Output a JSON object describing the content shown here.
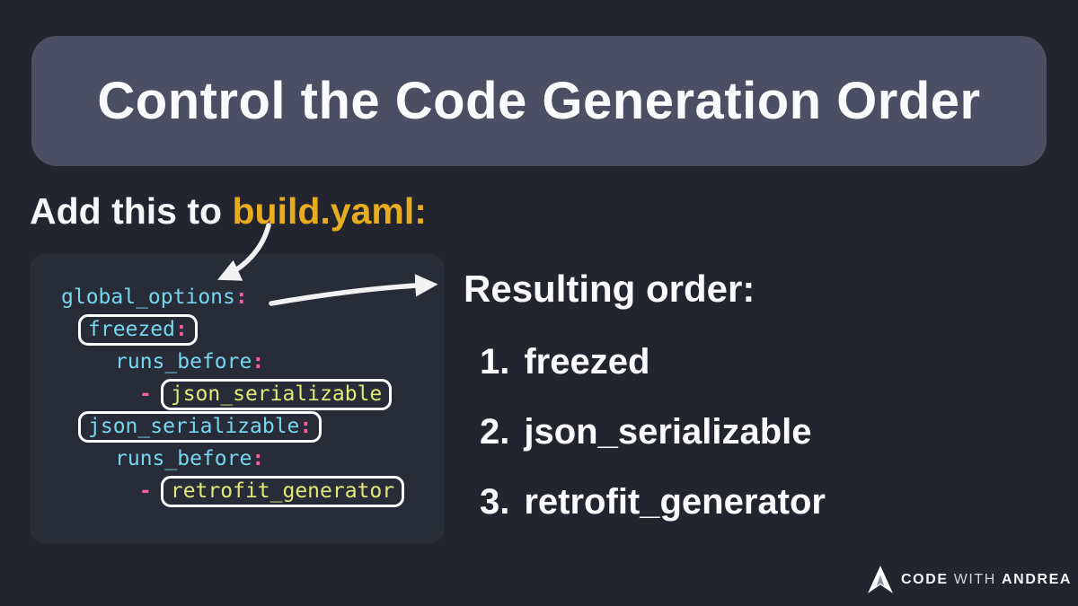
{
  "header": {
    "title": "Control the Code Generation Order"
  },
  "subtitle": {
    "prefix": "Add this to ",
    "highlight": "build.yaml:"
  },
  "code": {
    "tokens": {
      "colon": ":",
      "dash": "-"
    },
    "lines": [
      {
        "key": "global_options"
      },
      {
        "key": "freezed",
        "boxed": true
      },
      {
        "key": "runs_before"
      },
      {
        "value": "json_serializable",
        "boxed": true
      },
      {
        "key": "json_serializable",
        "boxed": true
      },
      {
        "key": "runs_before"
      },
      {
        "value": "retrofit_generator",
        "boxed": true
      }
    ]
  },
  "result": {
    "heading": "Resulting order:",
    "items": [
      {
        "num": "1.",
        "label": "freezed"
      },
      {
        "num": "2.",
        "label": "json_serializable"
      },
      {
        "num": "3.",
        "label": "retrofit_generator"
      }
    ]
  },
  "logo": {
    "part1": "CODE",
    "part2": "WITH",
    "part3": "ANDREA"
  },
  "colors": {
    "page_bg": "#22242e",
    "header_bg": "#4c4f63",
    "code_bg": "#282c38",
    "title_text": "#fbfbfd",
    "highlight_yellow": "#e7ac1f",
    "code_key_cyan": "#76d6ec",
    "code_punct_pink": "#f95d9f",
    "code_value_yellow": "#e2e976",
    "box_border": "#ffffff",
    "arrow": "#f2f2f2"
  }
}
